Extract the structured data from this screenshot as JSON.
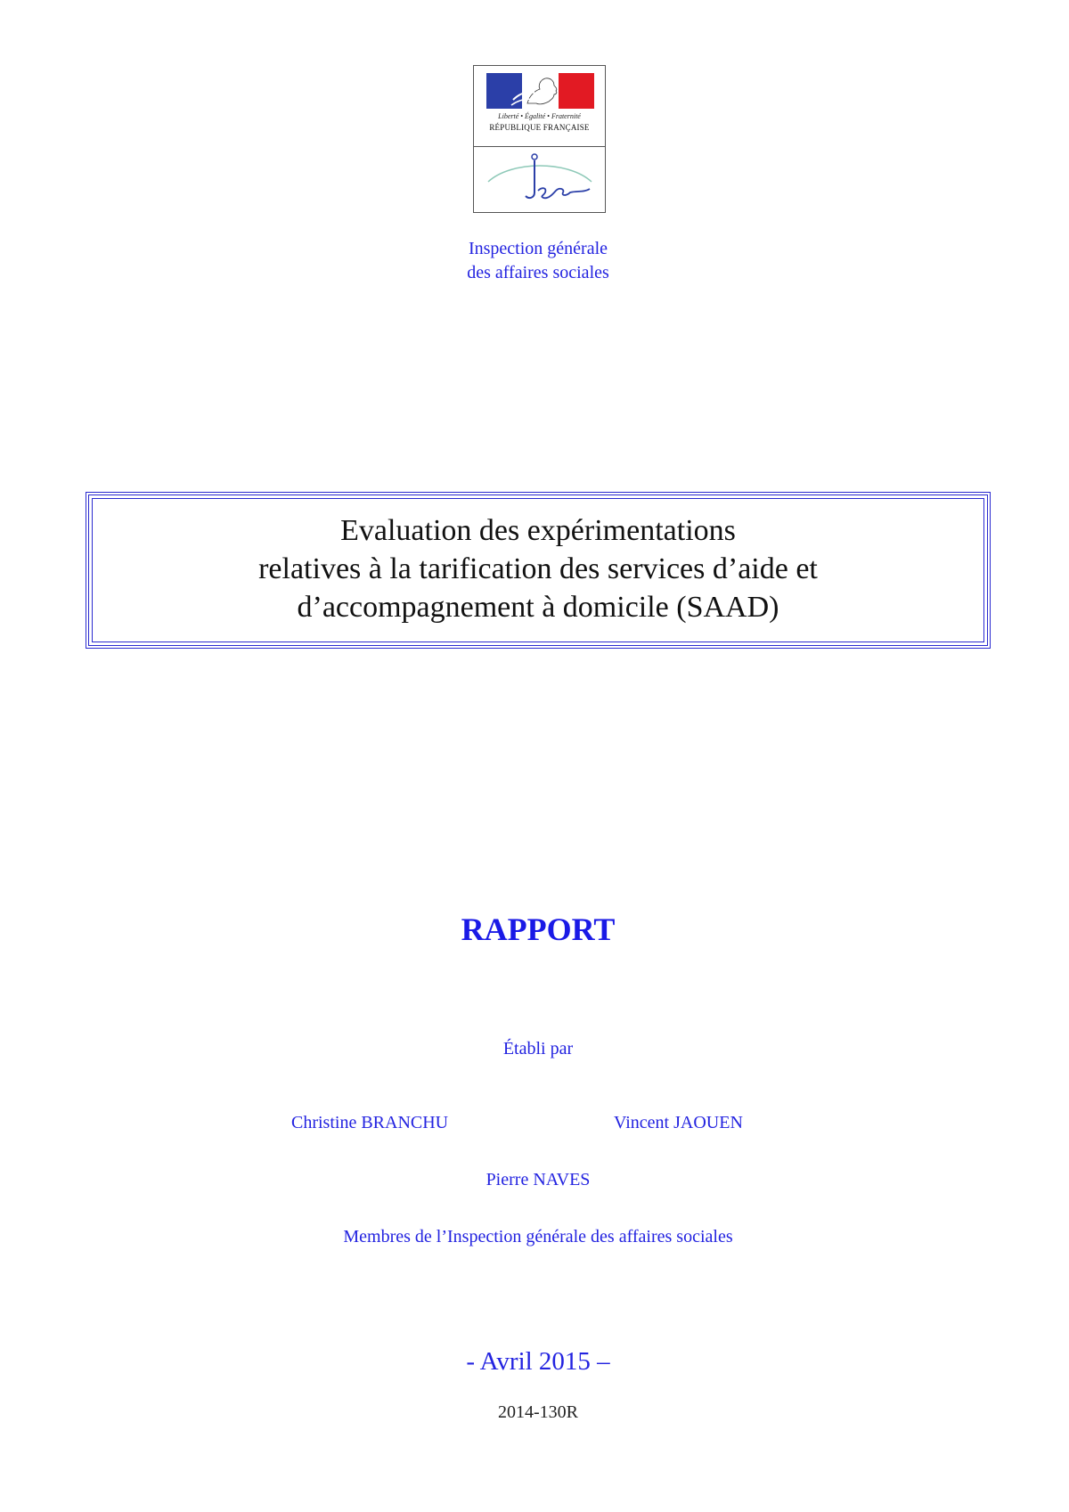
{
  "logo": {
    "motto": "Liberté • Égalité • Fraternité",
    "republique": "RÉPUBLIQUE FRANÇAISE",
    "flag_colors": [
      "#2b3fa8",
      "#ffffff",
      "#e21a23"
    ]
  },
  "organization": {
    "line1": "Inspection générale",
    "line2": "des affaires sociales"
  },
  "title": {
    "line1": "Evaluation des expérimentations",
    "line2": "relatives à la tarification des services d’aide et",
    "line3": "d’accompagnement à domicile (SAAD)"
  },
  "report_type": "RAPPORT",
  "established_by": "Établi par",
  "authors": {
    "a1": "Christine BRANCHU",
    "a2": "Vincent JAOUEN",
    "a3": "Pierre NAVES"
  },
  "members_line": "Membres de l’Inspection générale des affaires sociales",
  "date": "- Avril 2015 –",
  "reference": "2014-130R",
  "colors": {
    "accent_blue": "#2323e0",
    "title_text": "#111111"
  }
}
